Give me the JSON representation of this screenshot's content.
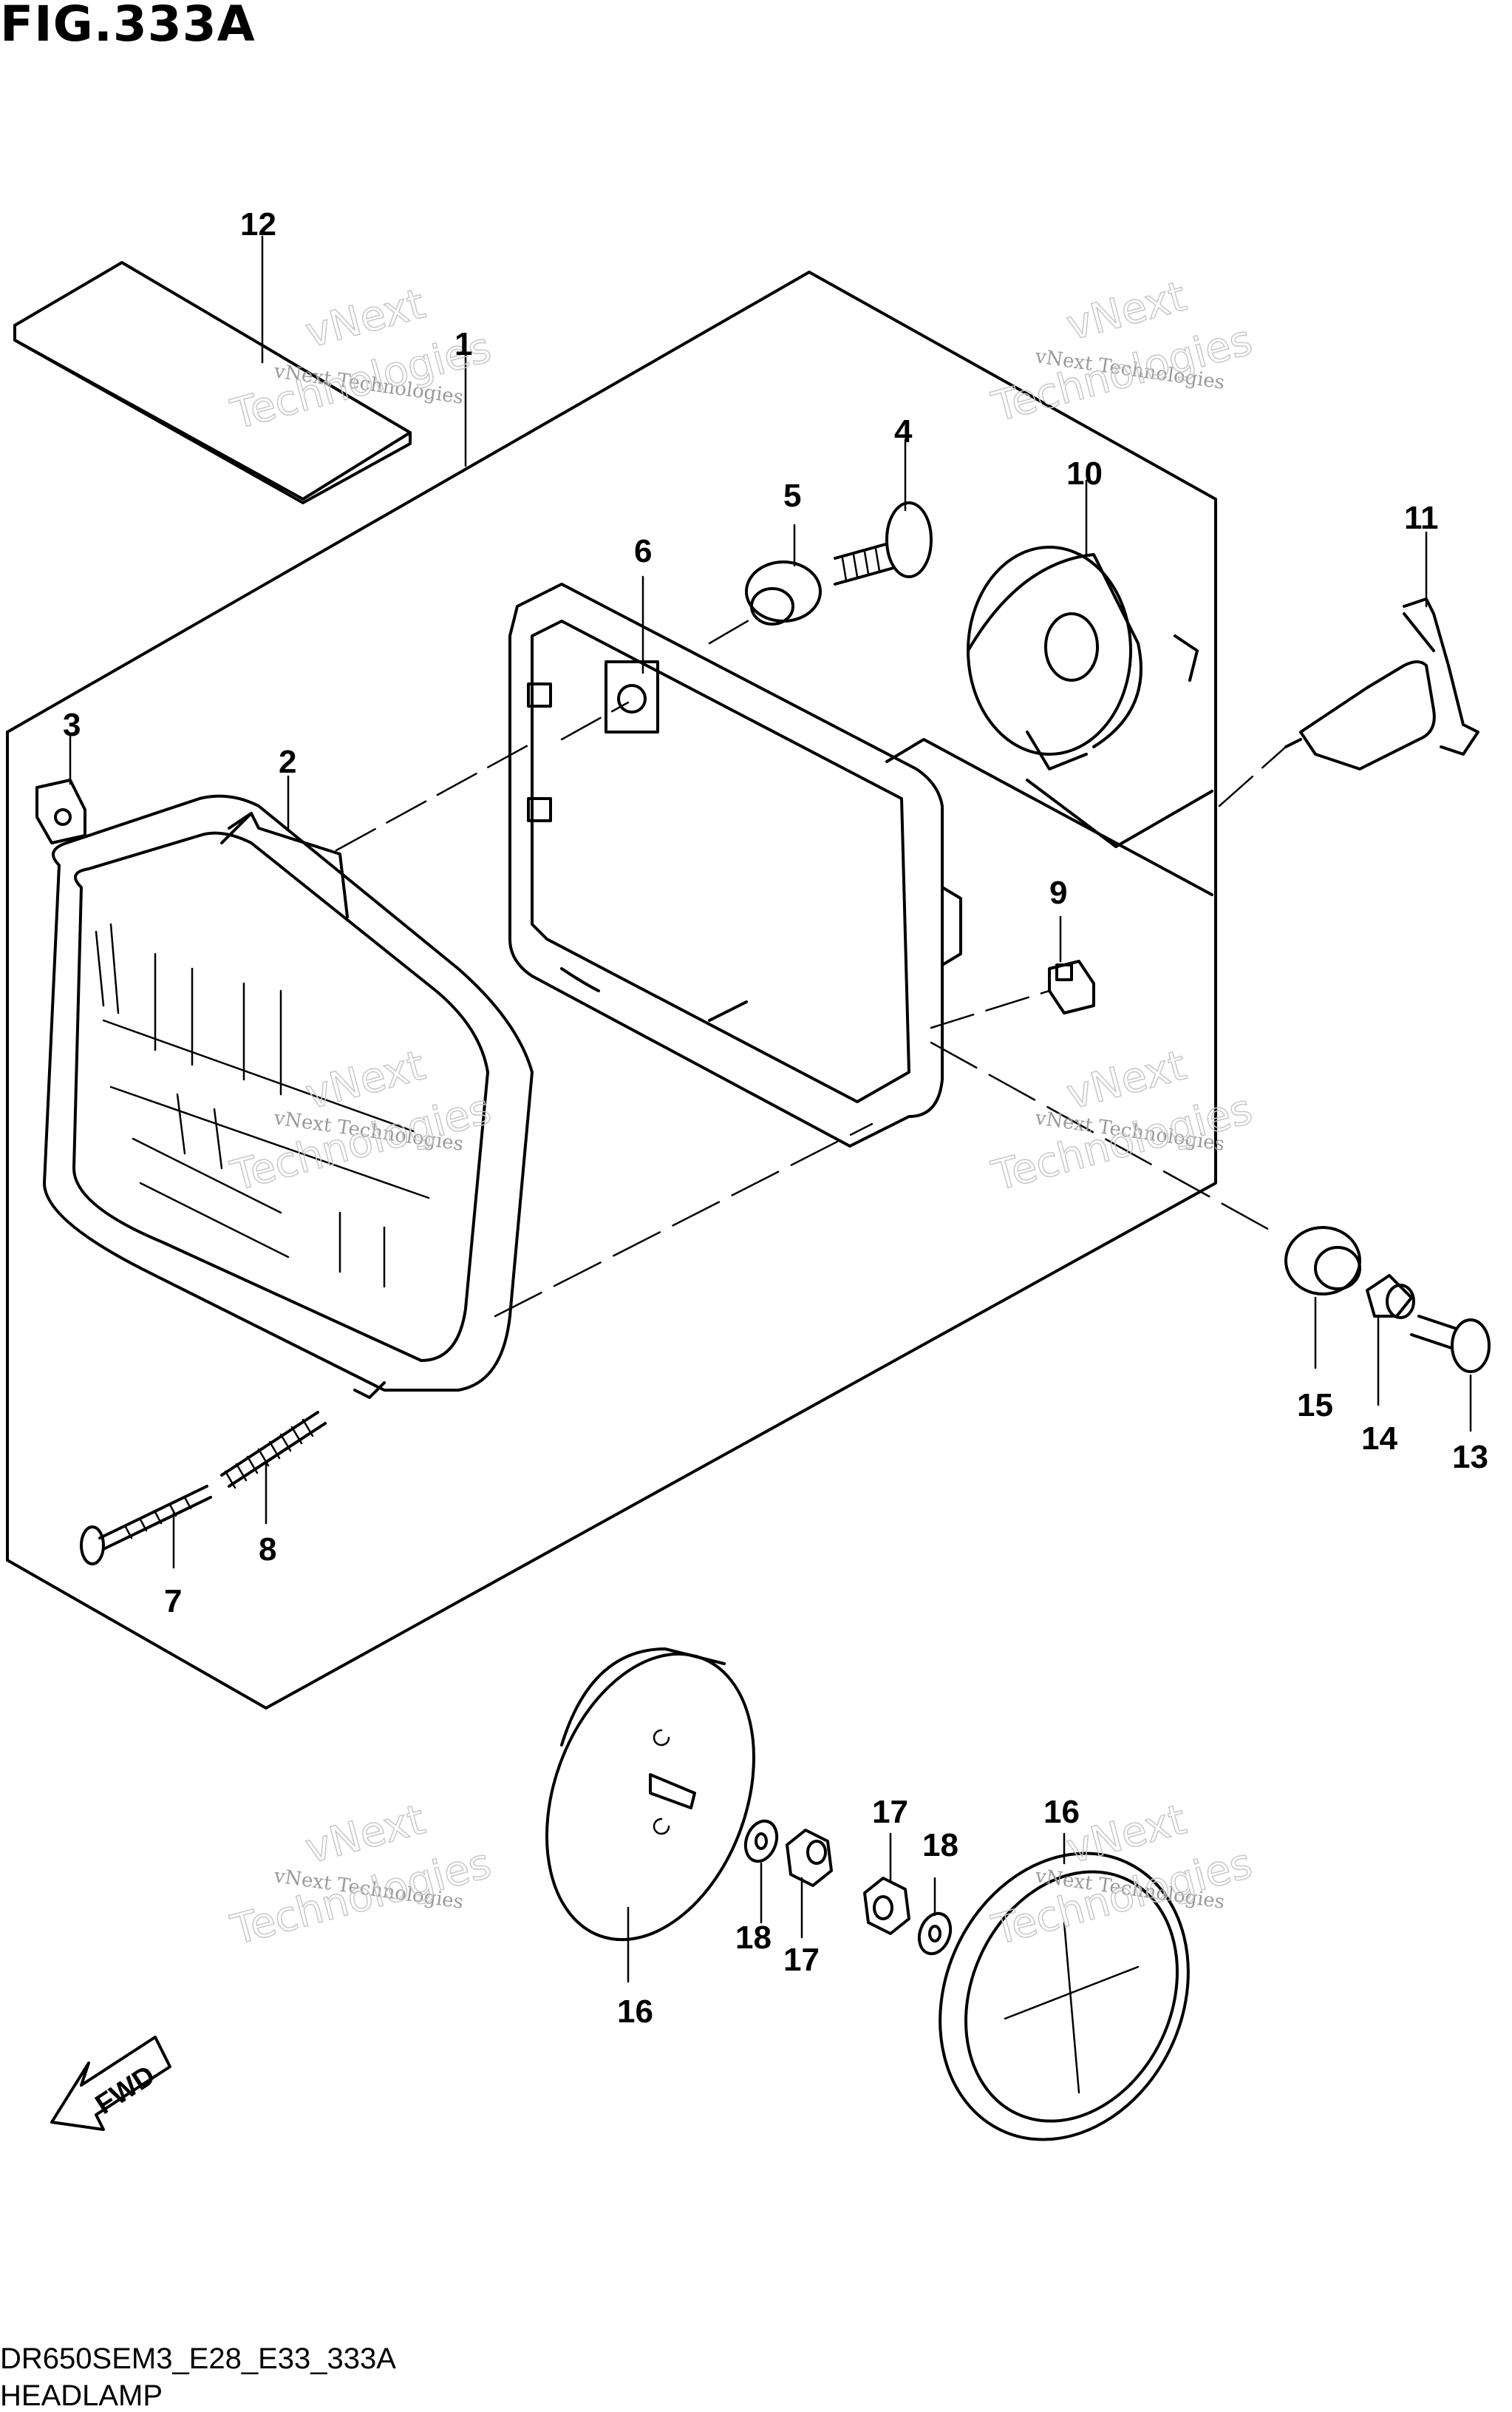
{
  "figure": {
    "title": "FIG.333A"
  },
  "footer": {
    "code": "DR650SEM3_E28_E33_333A",
    "name": "HEADLAMP"
  },
  "fwd_label": "FWD",
  "watermark": {
    "text_small": "vNext Technologies",
    "text_large_1": "vNext",
    "text_large_2": "Technologies"
  },
  "callouts": {
    "c1": "1",
    "c2": "2",
    "c3": "3",
    "c4": "4",
    "c5": "5",
    "c6": "6",
    "c7": "7",
    "c8": "8",
    "c9": "9",
    "c10": "10",
    "c11": "11",
    "c12": "12",
    "c13": "13",
    "c14": "14",
    "c15": "15",
    "c16a": "16",
    "c16b": "16",
    "c17a": "17",
    "c17b": "17",
    "c18a": "18",
    "c18b": "18"
  }
}
